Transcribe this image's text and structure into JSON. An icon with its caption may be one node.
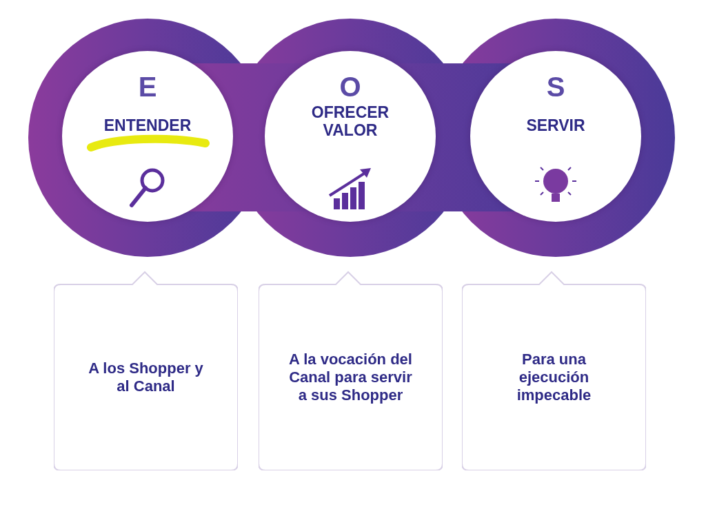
{
  "diagram": {
    "nodes": [
      {
        "text": [
          "E",
          "ENTENDER"
        ]
      },
      {
        "text": [
          "O",
          "OFRECER VALOR"
        ]
      },
      {
        "text": [
          "S",
          "SERVIR"
        ]
      },
      {
        "text": [
          "A los Shopper y al Canal"
        ]
      },
      {
        "text": [
          "A la vocación del Canal para servir a sus Shopper"
        ]
      },
      {
        "text": [
          "Para una ejecución impecable"
        ]
      }
    ]
  }
}
